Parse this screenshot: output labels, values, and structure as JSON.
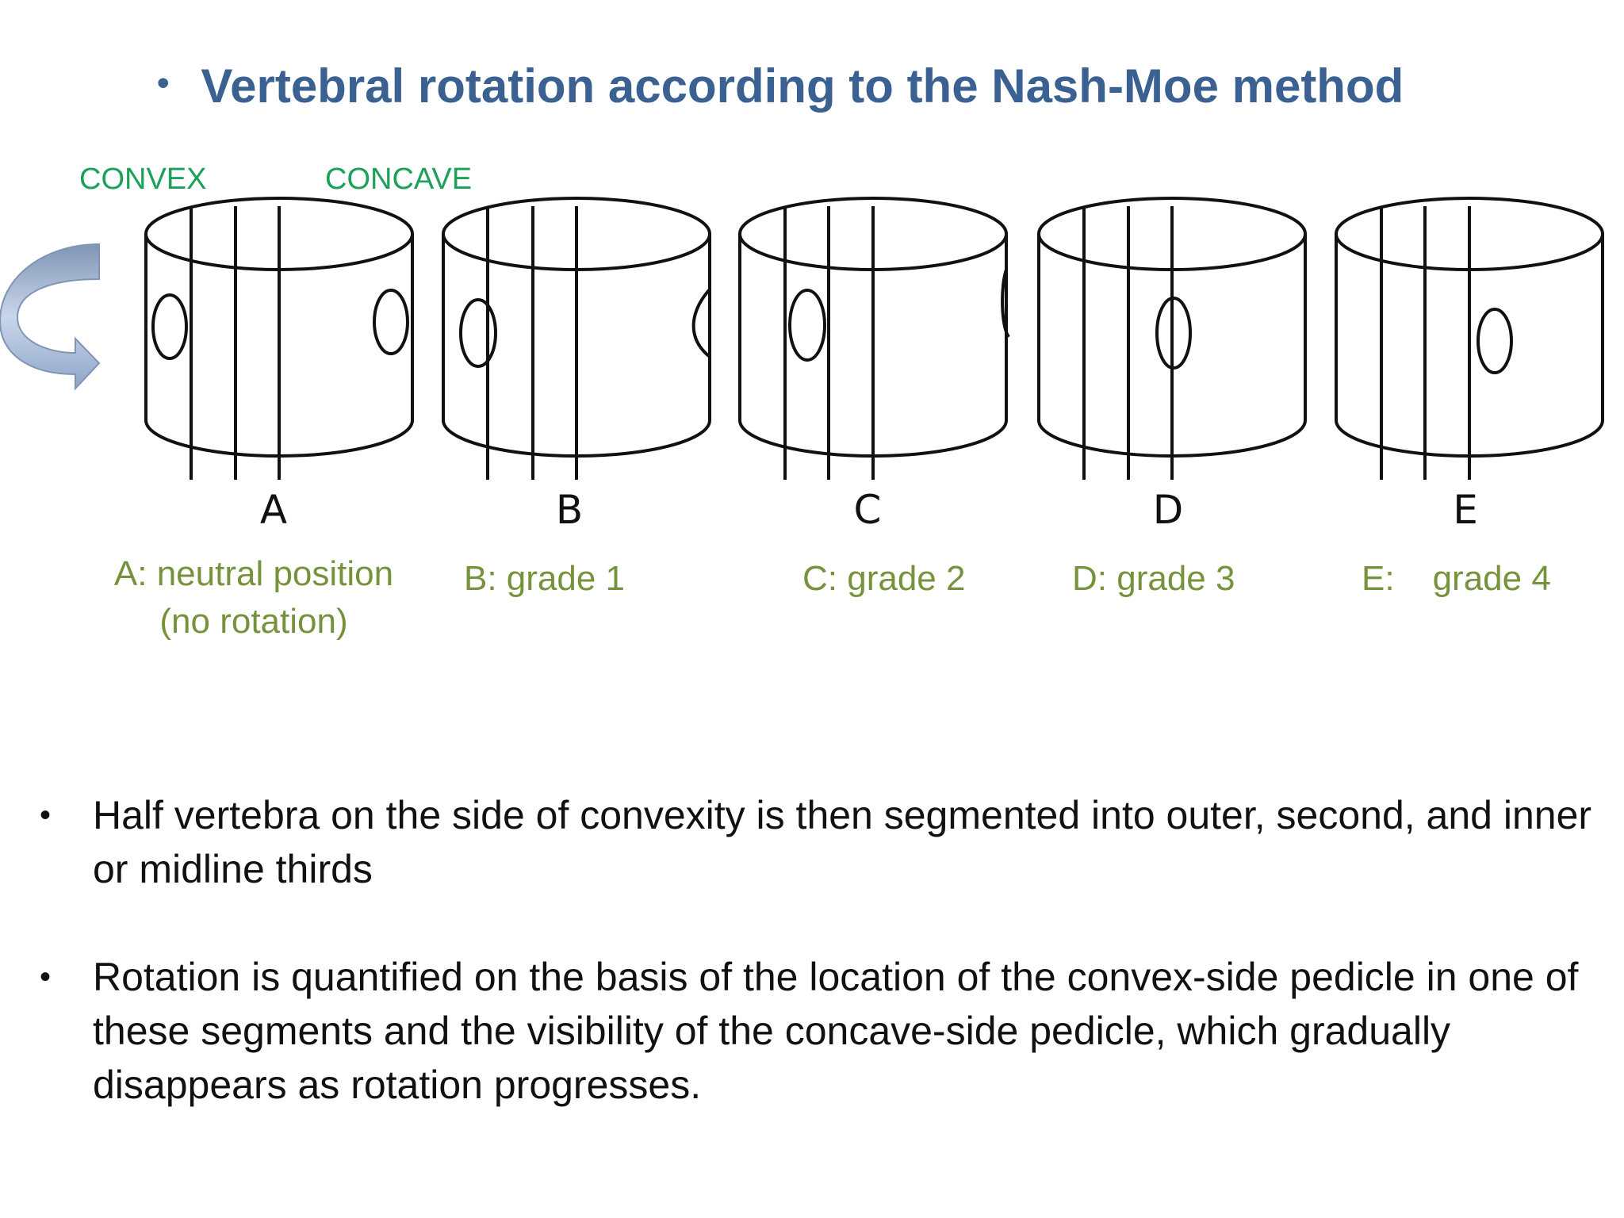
{
  "title": "Vertebral rotation according to the Nash-Moe method",
  "title_bullet": "•",
  "labels": {
    "convex": "CONVEX",
    "concave": "CONCAVE"
  },
  "panels": [
    {
      "letter": "A",
      "caption_line1": "A: neutral position",
      "caption_line2": "(no rotation)"
    },
    {
      "letter": "B",
      "caption": "B: grade 1"
    },
    {
      "letter": "C",
      "caption": "C: grade 2"
    },
    {
      "letter": "D",
      "caption": "D: grade 3"
    },
    {
      "letter": "E",
      "caption_prefix": "E:",
      "caption_grade": "grade 4"
    }
  ],
  "bullets": [
    "Half vertebra on the side of convexity is then segmented into outer, second, and inner or midline thirds",
    "Rotation is quantified on the basis of the location of the convex-side pedicle in one of these segments and the visibility of the concave-side pedicle, which gradually disappears as rotation progresses."
  ],
  "colors": {
    "title": "#3a6192",
    "side_labels": "#1ca05a",
    "captions": "#77923c",
    "body_text": "#111111",
    "arrow": "#9db4d6"
  }
}
